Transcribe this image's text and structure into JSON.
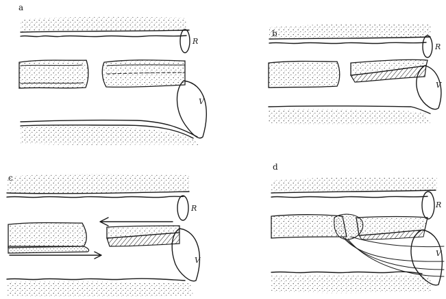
{
  "figure": {
    "panels": [
      {
        "id": "a",
        "label": "a",
        "marker_top": "R",
        "marker_bottom": "V"
      },
      {
        "id": "b",
        "label": "b",
        "marker_top": "R",
        "marker_bottom": "V"
      },
      {
        "id": "c",
        "label": "c",
        "marker_top": "R",
        "marker_bottom": "V"
      },
      {
        "id": "d",
        "label": "d",
        "marker_top": "R",
        "marker_bottom": "V"
      }
    ],
    "ink_color": "#1a1a1a",
    "stipple_color": "#555555"
  }
}
